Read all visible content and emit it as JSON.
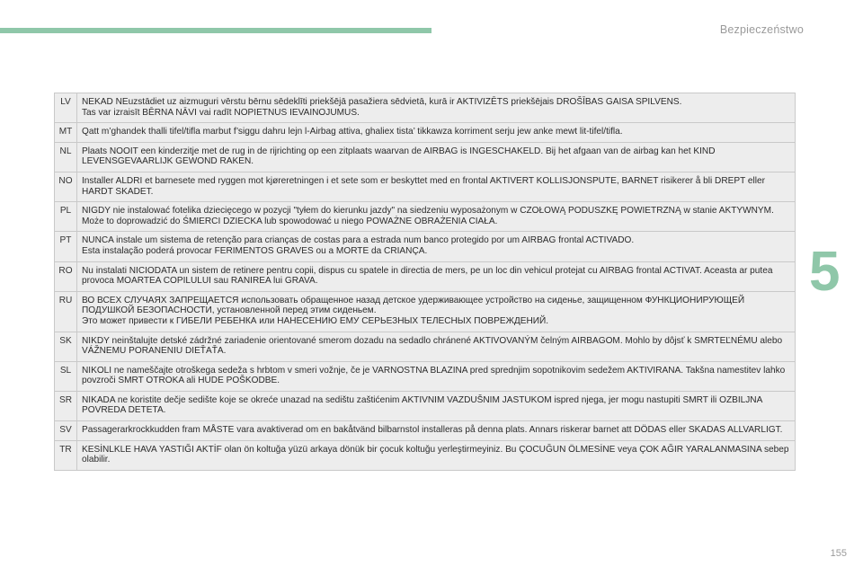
{
  "header": {
    "title": "Bezpieczeństwo",
    "accent_color": "#8fc7a9"
  },
  "chapter": {
    "number": "5"
  },
  "rows": [
    {
      "code": "LV",
      "lines": [
        "NEKAD NEuzstādiet uz aizmuguri vērstu bērnu sēdeklīti priekšējā pasažiera sēdvietā, kurā ir AKTIVIZĒTS priekšējais DROŠĪBAS GAISA SPILVENS.",
        "Tas var izraisīt BĒRNA NĀVI vai radīt NOPIETNUS IEVAINOJUMUS."
      ]
    },
    {
      "code": "MT",
      "lines": [
        "Qatt m’ghandek thalli tifel/tifla marbut f’siggu dahru lejn l-Airbag attiva, ghaliex tista’ tikkawza korriment serju jew anke mewt lit-tifel/tifla."
      ]
    },
    {
      "code": "NL",
      "lines": [
        "Plaats NOOIT een kinderzitje met de rug in de rijrichting op een zitplaats waarvan de AIRBAG is INGESCHAKELD. Bij het afgaan van de airbag kan het KIND LEVENSGEVAARLIJK GEWOND RAKEN."
      ]
    },
    {
      "code": "NO",
      "lines": [
        "Installer ALDRI et barnesete med ryggen mot kjøreretningen i et sete som er beskyttet med en frontal AKTIVERT KOLLISJONSPUTE, BARNET risikerer å bli DREPT eller HARDT SKADET."
      ]
    },
    {
      "code": "PL",
      "lines": [
        "NIGDY nie instalować fotelika dziecięcego w pozycji \"tyłem do kierunku jazdy\" na siedzeniu wyposażonym w CZOŁOWĄ PODUSZKĘ POWIETRZNĄ w stanie AKTYWNYM. Może to doprowadzić do ŚMIERCI DZIECKA lub spowodować u niego POWAŻNE OBRAŻENIA CIAŁA."
      ]
    },
    {
      "code": "PT",
      "lines": [
        "NUNCA instale um sistema de retenção para crianças de costas para a estrada num banco protegido por um AIRBAG frontal ACTIVADO.",
        "Esta instalação poderá provocar FERIMENTOS GRAVES ou a MORTE da CRIANÇA."
      ]
    },
    {
      "code": "RO",
      "lines": [
        "Nu instalati NICIODATA un sistem de retinere pentru copii, dispus cu spatele in directia de mers, pe un loc din vehicul protejat cu AIRBAG frontal ACTIVAT. Aceasta ar putea provoca MOARTEA COPILULUI sau RANIREA lui GRAVA."
      ]
    },
    {
      "code": "RU",
      "lines": [
        "ВО ВСЕХ СЛУЧАЯХ ЗАПРЕЩАЕТСЯ использовать обращенное назад детское удерживающее устройство на сиденье, защищенном ФУНКЦИОНИРУЮЩЕЙ ПОДУШКОЙ БЕЗОПАСНОСТИ, установленной перед этим сиденьем.",
        "Это может привести к ГИБЕЛИ РЕБЕНКА или НАНЕСЕНИЮ ЕМУ СЕРЬЕЗНЫХ ТЕЛЕСНЫХ ПОВРЕЖДЕНИЙ."
      ]
    },
    {
      "code": "SK",
      "lines": [
        "NIKDY neinštalujte detské zádržné zariadenie orientované smerom dozadu na sedadlo chránené AKTIVOVANÝM čelným AIRBAGOM. Mohlo by dôjsť k SMRTEĽNÉMU alebo VÁŽNEMU PORANENIU DIEŤAŤA."
      ]
    },
    {
      "code": "SL",
      "lines": [
        "NIKOLI ne nameščajte otroškega sedeža s hrbtom v smeri vožnje, če je VARNOSTNA BLAZINA pred sprednjim sopotnikovim sedežem AKTIVIRANA. Takšna namestitev lahko povzroči SMRT OTROKA ali HUDE POŠKODBE."
      ]
    },
    {
      "code": "SR",
      "lines": [
        "NIKADA ne koristite dečje sedište koje se okreće unazad na sedištu zaštićenim AKTIVNIM VAZDUŠNIM JASTUKOM ispred njega, jer mogu nastupiti SMRT ili OZBILJNA POVREDA DETETA."
      ]
    },
    {
      "code": "SV",
      "lines": [
        "Passagerarkrockkudden fram MÅSTE vara avaktiverad om en bakåtvänd bilbarnstol installeras på denna plats. Annars riskerar barnet att DÖDAS eller SKADAS ALLVARLIGT."
      ]
    },
    {
      "code": "TR",
      "lines": [
        "KESİNLKLE HAVA YASTIĞI AKTİF olan ön koltuğa yüzü arkaya dönük bir çocuk koltuğu yerleştirmeyiniz. Bu ÇOCUĞUN ÖLMESİNE veya ÇOK AĞIR YARALANMASINA sebep olabilir."
      ]
    }
  ],
  "footer": {
    "page_number": "155"
  }
}
